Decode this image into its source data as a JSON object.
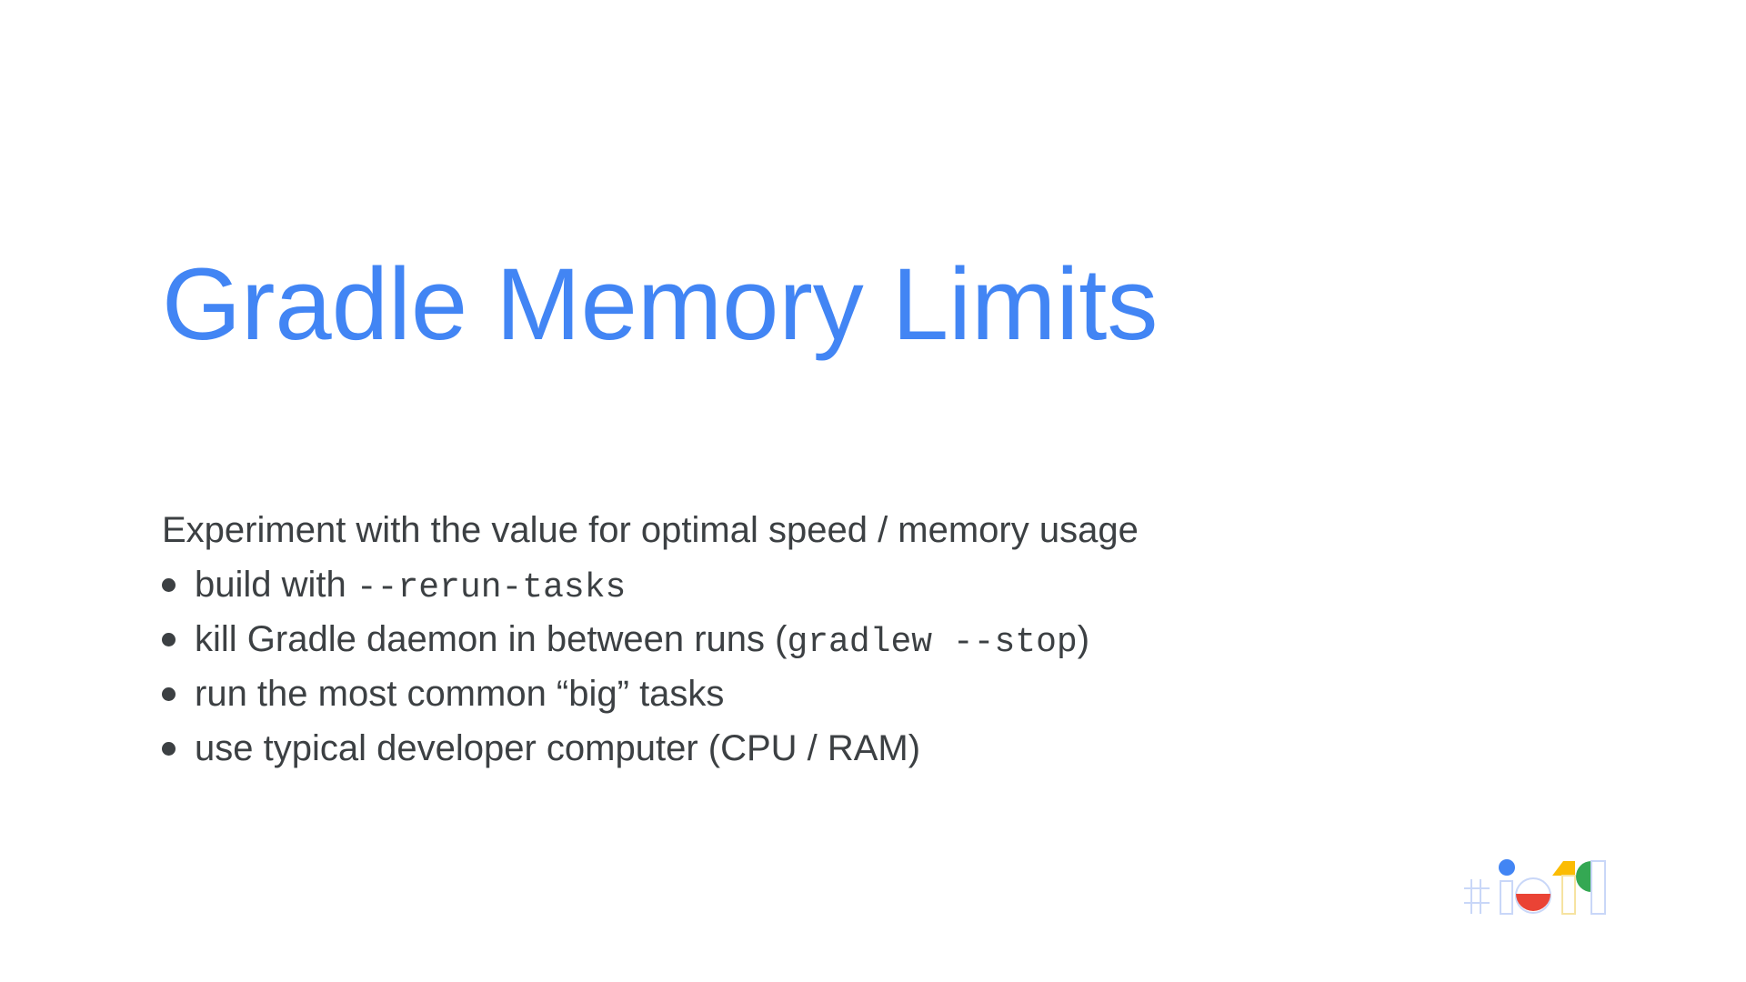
{
  "slide": {
    "title": "Gradle Memory Limits",
    "intro": "Experiment with the value for optimal speed / memory usage",
    "bullets": [
      {
        "text": "build with ",
        "code": "--rerun-tasks",
        "suffix": ""
      },
      {
        "text": "kill Gradle daemon in between runs (",
        "code": "gradlew --stop",
        "suffix": ")"
      },
      {
        "text": "run the most common “big” tasks",
        "code": "",
        "suffix": ""
      },
      {
        "text": "use typical developer computer (CPU / RAM)",
        "code": "",
        "suffix": ""
      }
    ]
  },
  "colors": {
    "title": "#4285f4",
    "body_text": "#3c4043",
    "logo_blue": "#4285f4",
    "logo_red": "#ea4335",
    "logo_yellow": "#fbbc04",
    "logo_green": "#34a853",
    "logo_outline": "#c9d7f8"
  },
  "logo": {
    "icon": "google-io-19-logo"
  }
}
